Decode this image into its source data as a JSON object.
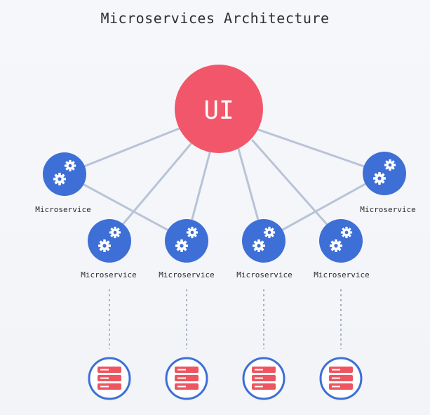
{
  "diagram": {
    "title": "Microservices Architecture",
    "ui_label": "UI",
    "microservices": [
      {
        "label": "Microservice"
      },
      {
        "label": "Microservice"
      },
      {
        "label": "Microservice"
      },
      {
        "label": "Microservice"
      },
      {
        "label": "Microservice"
      },
      {
        "label": "Microservice"
      }
    ],
    "databases": 4,
    "colors": {
      "ui": "#f2566a",
      "service": "#3d6fd6",
      "connector": "#b9c3d8",
      "database_ring": "#3d6fd6",
      "database_fill": "#ee5561"
    }
  }
}
